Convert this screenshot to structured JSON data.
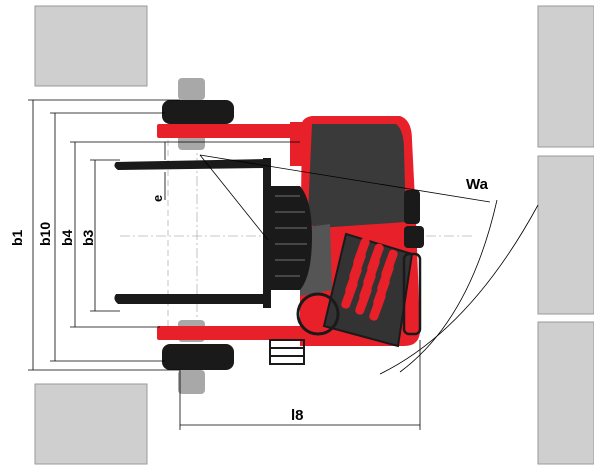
{
  "dimensions": {
    "b1": "b1",
    "b10": "b10",
    "b4": "b4",
    "b3": "b3",
    "e": "e",
    "wa": "Wa",
    "l8": "l8"
  },
  "colors": {
    "chassis_red": "#e8202a",
    "body_dark": "#3a3a3a",
    "body_mid": "#555555",
    "tire": "#1a1a1a",
    "rack": "#cfcfcf",
    "rack_border": "#9a9a9a",
    "line": "#000000",
    "guide": "#b5b5b5"
  }
}
